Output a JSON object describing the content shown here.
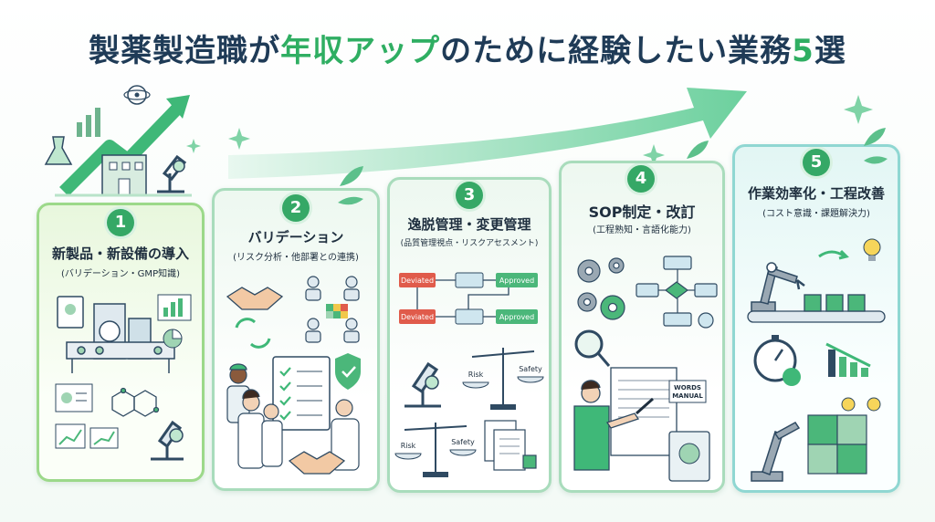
{
  "title": {
    "part1": "製薬製造職が",
    "highlight": "年収アップ",
    "part2": "のために経験したい業務",
    "number": "5",
    "part3": "選"
  },
  "colors": {
    "title": "#1f3b57",
    "accent": "#2fae62",
    "badge": "#35a866",
    "arrow": "#55c98f"
  },
  "steps": [
    {
      "number": "1",
      "title": "新製品・新設備の導入",
      "subtitle": "(バリデーション・GMP知識)",
      "icons": [
        "lab-equipment-icon",
        "molecule-icon",
        "microscope-icon",
        "chart-icon"
      ]
    },
    {
      "number": "2",
      "title": "バリデーション",
      "subtitle": "(リスク分析・他部署との連携)",
      "icons": [
        "handshake-icon",
        "team-icon",
        "checklist-icon",
        "shield-check-icon"
      ]
    },
    {
      "number": "3",
      "title": "逸脱管理・変更管理",
      "subtitle": "(品質管理視点・リスクアセスメント)",
      "icons": [
        "flowchart-icon",
        "microscope-icon",
        "balance-scale-icon",
        "documents-icon"
      ]
    },
    {
      "number": "4",
      "title": "SOP制定・改訂",
      "subtitle": "(工程熟知・言語化能力)",
      "icons": [
        "gears-icon",
        "flowchart-icon",
        "magnifier-icon",
        "writer-icon",
        "manual-book-icon"
      ]
    },
    {
      "number": "5",
      "title": "作業効率化・工程改善",
      "subtitle": "(コスト意識・課題解決力)",
      "icons": [
        "robot-arm-icon",
        "conveyor-icon",
        "stopwatch-icon",
        "declining-chart-icon",
        "puzzle-icon",
        "lightbulb-icon"
      ]
    }
  ],
  "art_labels": {
    "deviated": "Deviated",
    "approved": "Approved",
    "risk": "Risk",
    "safety": "Safety",
    "words": "WORDS",
    "manual": "MANUAL"
  }
}
